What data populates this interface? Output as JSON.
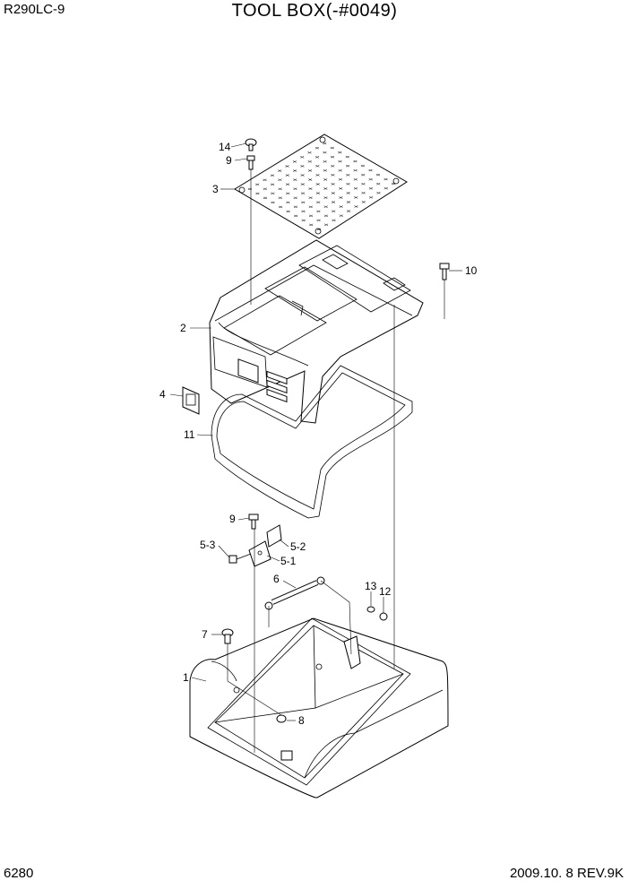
{
  "header": {
    "model": "R290LC-9",
    "title": "TOOL BOX(-#0049)"
  },
  "footer": {
    "page_number": "6280",
    "revision": "2009.10. 8  REV.9K"
  },
  "callouts": {
    "c14": "14",
    "c9a": "9",
    "c3": "3",
    "c10": "10",
    "c2": "2",
    "c4": "4",
    "c11": "11",
    "c9b": "9",
    "c52": "5-2",
    "c53": "5-3",
    "c51": "5-1",
    "c6": "6",
    "c13": "13",
    "c12": "12",
    "c7": "7",
    "c1": "1",
    "c8": "8"
  }
}
